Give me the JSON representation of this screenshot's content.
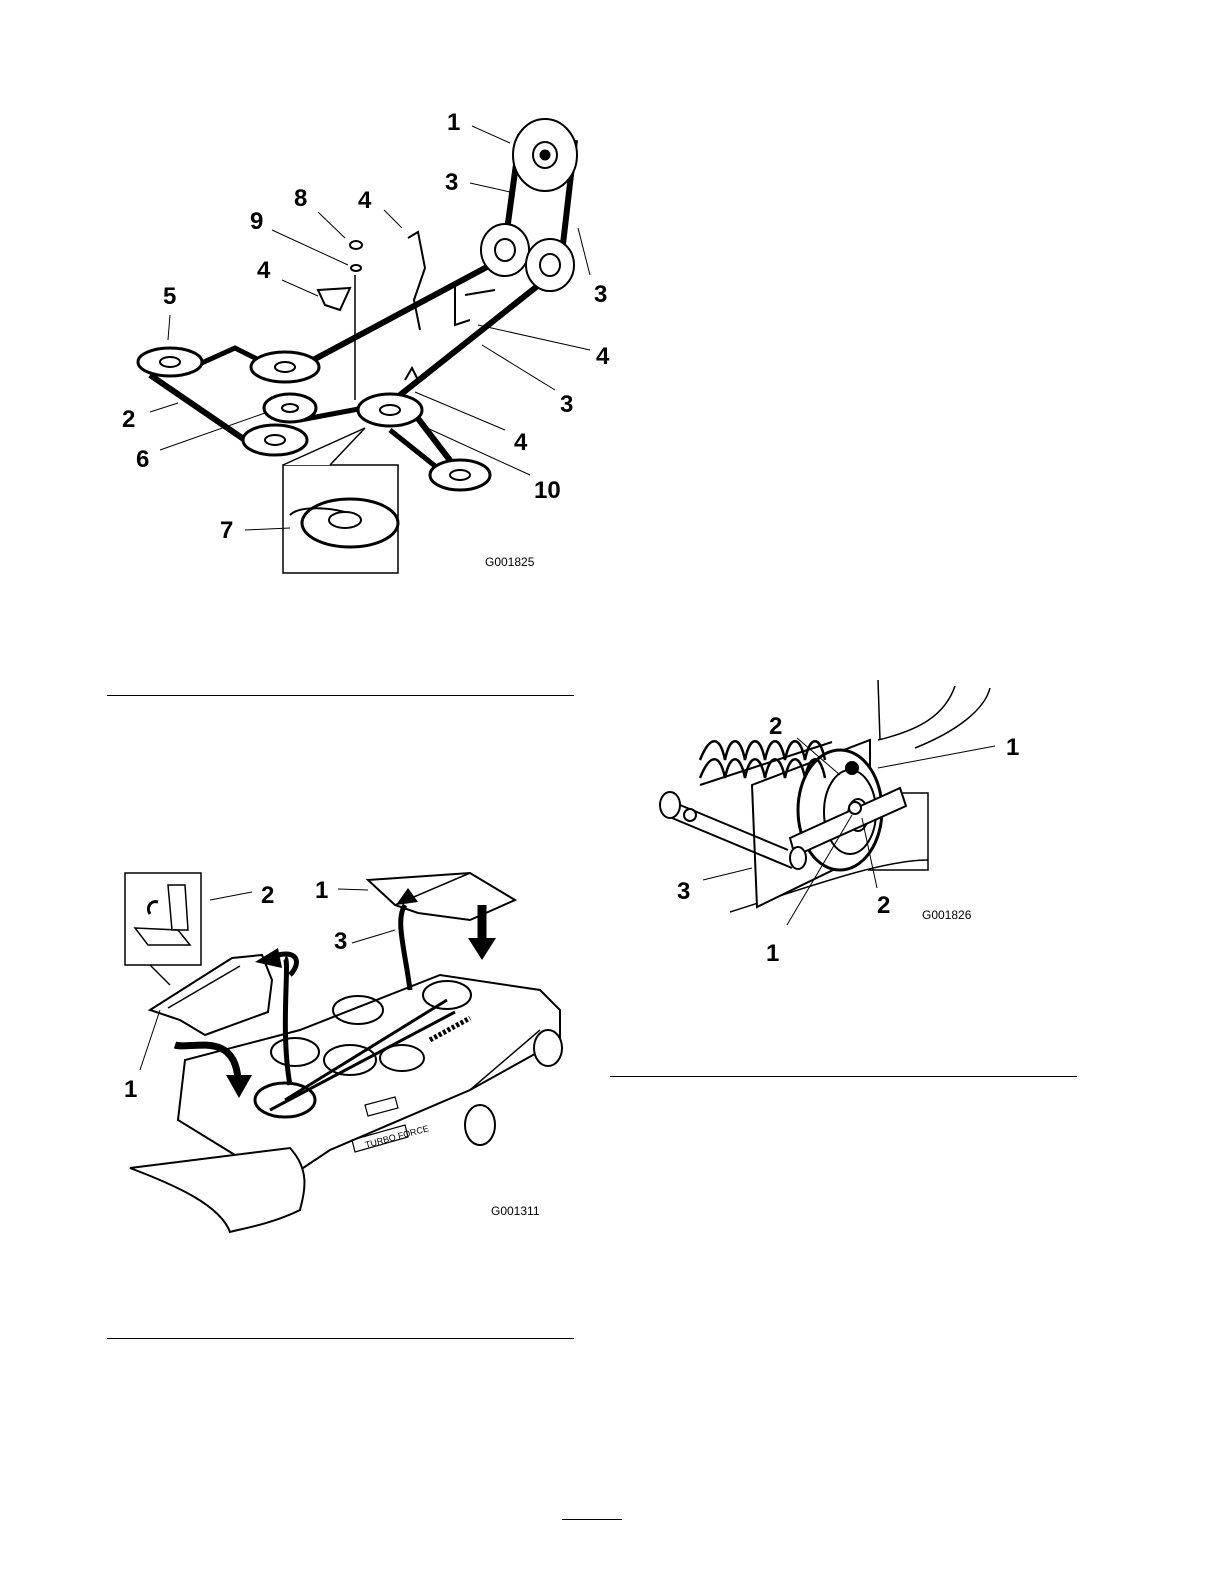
{
  "figures": [
    {
      "id": "belt-routing",
      "code": "G001825",
      "callouts": [
        "1",
        "3",
        "8",
        "4",
        "9",
        "4",
        "5",
        "3",
        "4",
        "2",
        "3",
        "6",
        "4",
        "10",
        "7"
      ]
    },
    {
      "id": "spring-tensioner",
      "code": "G001826",
      "callouts": [
        "2",
        "1",
        "3",
        "2",
        "1"
      ]
    },
    {
      "id": "deck-covers",
      "code": "G001311",
      "callouts": [
        "2",
        "1",
        "3",
        "1"
      ],
      "deck_lettering": "TURBO FORCE"
    }
  ]
}
